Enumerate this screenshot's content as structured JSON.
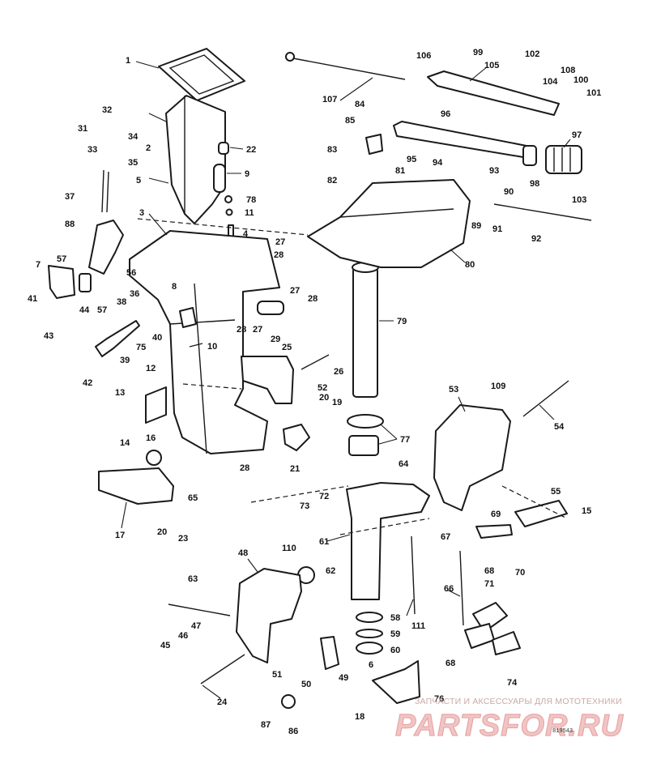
{
  "diagram": {
    "labels": [
      "1",
      "2",
      "3",
      "4",
      "5",
      "6",
      "7",
      "8",
      "9",
      "10",
      "11",
      "12",
      "13",
      "14",
      "15",
      "16",
      "17",
      "18",
      "19",
      "20",
      "21",
      "22",
      "23",
      "24",
      "25",
      "26",
      "27",
      "28",
      "29",
      "31",
      "32",
      "33",
      "34",
      "35",
      "36",
      "37",
      "38",
      "39",
      "40",
      "41",
      "42",
      "43",
      "44",
      "45",
      "46",
      "47",
      "48",
      "49",
      "50",
      "51",
      "52",
      "53",
      "54",
      "55",
      "56",
      "57",
      "58",
      "59",
      "60",
      "61",
      "62",
      "63",
      "64",
      "65",
      "66",
      "67",
      "68",
      "69",
      "70",
      "71",
      "72",
      "73",
      "74",
      "75",
      "76",
      "77",
      "78",
      "79",
      "80",
      "81",
      "82",
      "83",
      "84",
      "85",
      "86",
      "87",
      "88",
      "89",
      "90",
      "91",
      "92",
      "93",
      "94",
      "95",
      "96",
      "97",
      "98",
      "99",
      "100",
      "101",
      "102",
      "103",
      "104",
      "105",
      "106",
      "107",
      "108",
      "109",
      "110",
      "111"
    ],
    "drawing_code": "819543"
  },
  "watermark": {
    "caption": "ЗАПЧАСТИ И АКСЕССУАРЫ ДЛЯ МОТОТЕХНИКИ",
    "brand": "PARTSFOR.RU"
  }
}
